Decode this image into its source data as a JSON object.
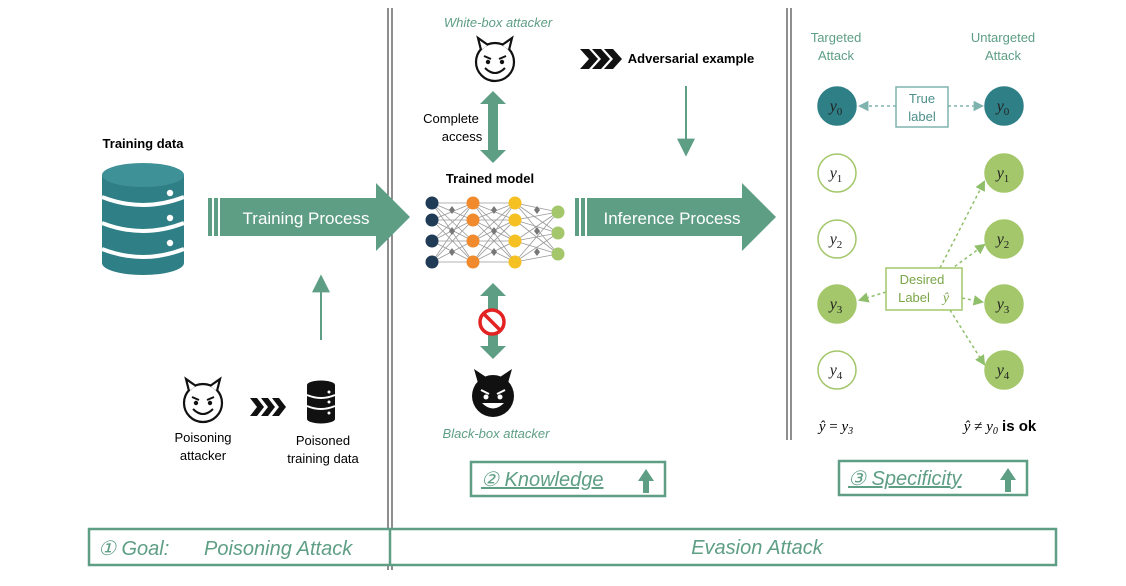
{
  "colors": {
    "green": "#5e9e85",
    "teal": "#2f7f86",
    "light_green": "#a3c76a",
    "dark_navy": "#1f3b55",
    "orange": "#f08a2c",
    "yellow": "#f5c022",
    "red": "#e32222",
    "black": "#111111"
  },
  "poisoning": {
    "training_data_label": "Training data",
    "training_process_label": "Training Process",
    "attacker_label_line1": "Poisoning",
    "attacker_label_line2": "attacker",
    "poisoned_label_line1": "Poisoned",
    "poisoned_label_line2": "training data"
  },
  "knowledge": {
    "white_box_label": "White-box attacker",
    "black_box_label": "Black-box attacker",
    "adversarial_label": "Adversarial example",
    "complete_access_line1": "Complete",
    "complete_access_line2": "access",
    "trained_model_label": "Trained model",
    "inference_process_label": "Inference Process"
  },
  "specificity": {
    "targeted_line1": "Targeted",
    "targeted_line2": "Attack",
    "untargeted_line1": "Untargeted",
    "untargeted_line2": "Attack",
    "true_label_line1": "True",
    "true_label_line2": "label",
    "desired_label_line1": "Desired",
    "desired_label_line2": "Label",
    "desired_symbol": "ŷ",
    "targeted_nodes": [
      {
        "base": "y",
        "sub": "0",
        "style": "teal"
      },
      {
        "base": "y",
        "sub": "1",
        "style": "outline"
      },
      {
        "base": "y",
        "sub": "2",
        "style": "outline"
      },
      {
        "base": "y",
        "sub": "3",
        "style": "filled"
      },
      {
        "base": "y",
        "sub": "4",
        "style": "outline"
      }
    ],
    "untargeted_nodes": [
      {
        "base": "y",
        "sub": "0",
        "style": "teal"
      },
      {
        "base": "y",
        "sub": "1",
        "style": "filled"
      },
      {
        "base": "y",
        "sub": "2",
        "style": "filled"
      },
      {
        "base": "y",
        "sub": "3",
        "style": "filled"
      },
      {
        "base": "y",
        "sub": "4",
        "style": "filled"
      }
    ],
    "targeted_result": {
      "hat": "ŷ",
      "op": " = ",
      "base": "y",
      "sub": "3",
      "tail": ""
    },
    "untargeted_result": {
      "hat": "ŷ",
      "op": " ≠ ",
      "base": "y",
      "sub": "0",
      "tail": " is ok"
    }
  },
  "bottom": {
    "knowledge_badge": "② Knowledge",
    "specificity_badge": "③ Specificity",
    "goal_label": "① Goal:",
    "poisoning_attack": "Poisoning Attack",
    "evasion_attack": "Evasion Attack"
  }
}
